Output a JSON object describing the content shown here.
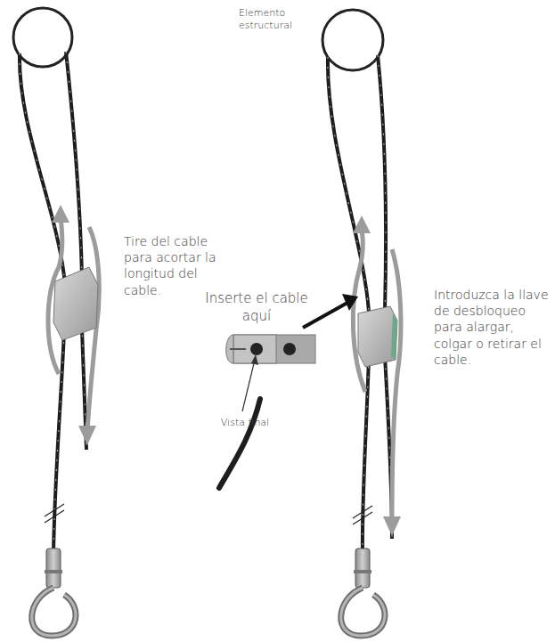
{
  "diagram": {
    "labels": [
      "Tire del cable para acortar la longitud del cable.",
      "Elemento estructural",
      "Inserte el cable aquí",
      "Vista final",
      "Introduzca la llave de desbloqueo para alargar, colgar o retirar el cable."
    ]
  }
}
